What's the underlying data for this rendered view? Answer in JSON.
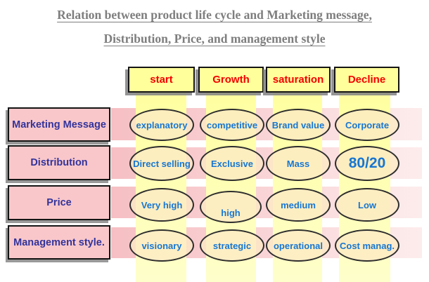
{
  "title": {
    "line1": "Relation between product life cycle and Marketing message,",
    "line2": "Distribution, Price, and management style"
  },
  "columns": [
    {
      "label": "start"
    },
    {
      "label": "Growth"
    },
    {
      "label": "saturation"
    },
    {
      "label": "Decline"
    }
  ],
  "rows": [
    {
      "label": "Marketing Message",
      "cells": [
        "explanatory",
        "competitive",
        "Brand value",
        "Corporate"
      ]
    },
    {
      "label": "Distribution",
      "cells": [
        "Direct selling",
        "Exclusive",
        "Mass",
        "80/20"
      ]
    },
    {
      "label": "Price",
      "cells": [
        "Very high",
        "high",
        "medium",
        "Low"
      ]
    },
    {
      "label": "Management style.",
      "cells": [
        "visionary",
        "strategic",
        "operational",
        "Cost manag."
      ]
    }
  ],
  "colors": {
    "title_text": "#7E7E7E",
    "header_fill": "#FFFF9B",
    "header_text": "#FF0000",
    "row_label_fill": "#F9C7CA",
    "row_label_text": "#32339B",
    "column_band_top": "#FFFFA0",
    "column_band_bottom": "#FEFECB",
    "row_band_left": "#F6BFC3",
    "row_band_right": "#FDECEC",
    "ellipse_fill": "#FCE9C4",
    "ellipse_border": "#2D2D2D",
    "ellipse_text": "#1776D2"
  }
}
